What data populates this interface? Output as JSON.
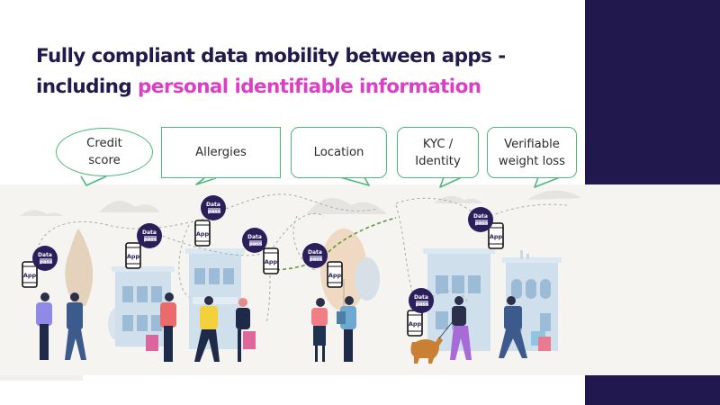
{
  "slide": {
    "title": {
      "line1": "Fully compliant data mobility between apps -",
      "line2_prefix": "including ",
      "line2_accent": "personal identifiable information"
    },
    "colors": {
      "title": "#211a4d",
      "accent": "#db3fc4",
      "side_panel": "#21184e",
      "bubble_border": "#4db77c",
      "scene_background": "#f5f4f0",
      "badge": "#2a1f5a",
      "dashed_link": "#5a9a3c"
    },
    "bubbles": [
      {
        "id": "credit-score",
        "shape": "oval",
        "lines": [
          "Credit",
          "score"
        ]
      },
      {
        "id": "allergies",
        "shape": "rect",
        "lines": [
          "Allergies"
        ]
      },
      {
        "id": "location",
        "shape": "rounded",
        "lines": [
          "Location"
        ]
      },
      {
        "id": "kyc-identity",
        "shape": "rounded",
        "lines": [
          "KYC /",
          "Identity"
        ]
      },
      {
        "id": "verifiable-weight-loss",
        "shape": "rounded",
        "lines": [
          "Verifiable",
          "weight loss"
        ]
      }
    ],
    "illustration": {
      "badge_label_top": "Data",
      "badge_label_bottom": "pass",
      "phone_label": "App",
      "nodes": [
        {
          "badge": [
            50,
            290
          ],
          "phone": [
            33,
            305
          ]
        },
        {
          "badge": [
            166,
            260
          ],
          "phone": [
            148,
            285
          ]
        },
        {
          "badge": [
            237,
            230
          ],
          "phone": [
            225,
            260
          ]
        },
        {
          "badge": [
            283,
            267
          ],
          "phone": [
            300,
            291
          ]
        },
        {
          "badge": [
            350,
            283
          ],
          "phone": [
            372,
            305
          ]
        },
        {
          "badge": [
            534,
            244
          ],
          "phone": [
            550,
            262
          ]
        },
        {
          "badge": [
            469,
            333
          ],
          "phone": [
            460,
            355
          ]
        }
      ]
    }
  }
}
